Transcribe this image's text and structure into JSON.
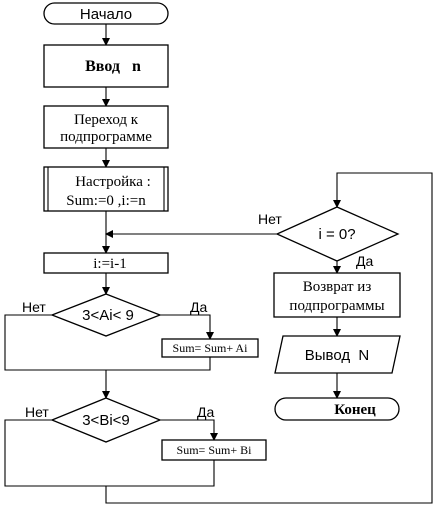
{
  "blocks": {
    "start": "Начало",
    "input": "Ввод   n",
    "call_line1": "Переход к",
    "call_line2": "подпрограмме",
    "setup_line1": "Настройка :",
    "setup_line2": "Sum:=0 ,i:=n",
    "decrement": "i:=i-1",
    "cond_a": "3<Ai< 9",
    "sum_a": "Sum= Sum+ Ai",
    "cond_b": "3<Bi<9",
    "sum_b": "Sum= Sum+ Bi",
    "cond_i": "i = 0?",
    "return_line1": "Возврат из",
    "return_line2": "подпрограммы",
    "output": "Вывод  N",
    "end": "Конец"
  },
  "branches": {
    "no_a": "Нет",
    "yes_a": "Да",
    "no_b": "Нет",
    "yes_b": "Да",
    "no_i": "Нет",
    "yes_i": "Да"
  }
}
